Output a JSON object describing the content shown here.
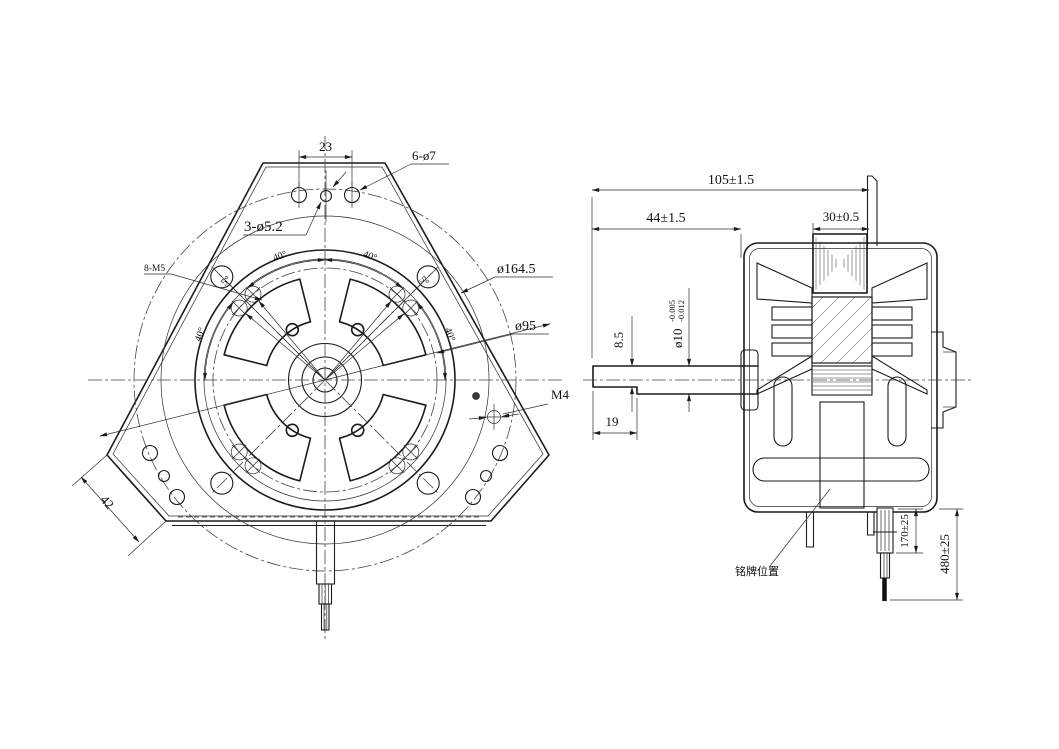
{
  "front": {
    "dim23": "23",
    "holes6": "6-ø7",
    "holes3": "3-ø5.2",
    "holes8": "8-M5",
    "dia164": "ø164.5",
    "dia95": "ø95",
    "m4": "M4",
    "dim42": "42",
    "angle40": "40°",
    "angle5": "5°"
  },
  "side": {
    "dim105": "105±1.5",
    "dim44": "44±1.5",
    "dim30": "30±0.5",
    "dim85": "8.5",
    "dia10": "ø10",
    "tolHigh": "-0.005",
    "tolLow": "-0.012",
    "dim19": "19",
    "dim170": "170±25",
    "dim480": "480±25",
    "nameplate": "铭牌位置"
  },
  "colors": {
    "line": "#1b1b1b",
    "background": "#ffffff"
  }
}
